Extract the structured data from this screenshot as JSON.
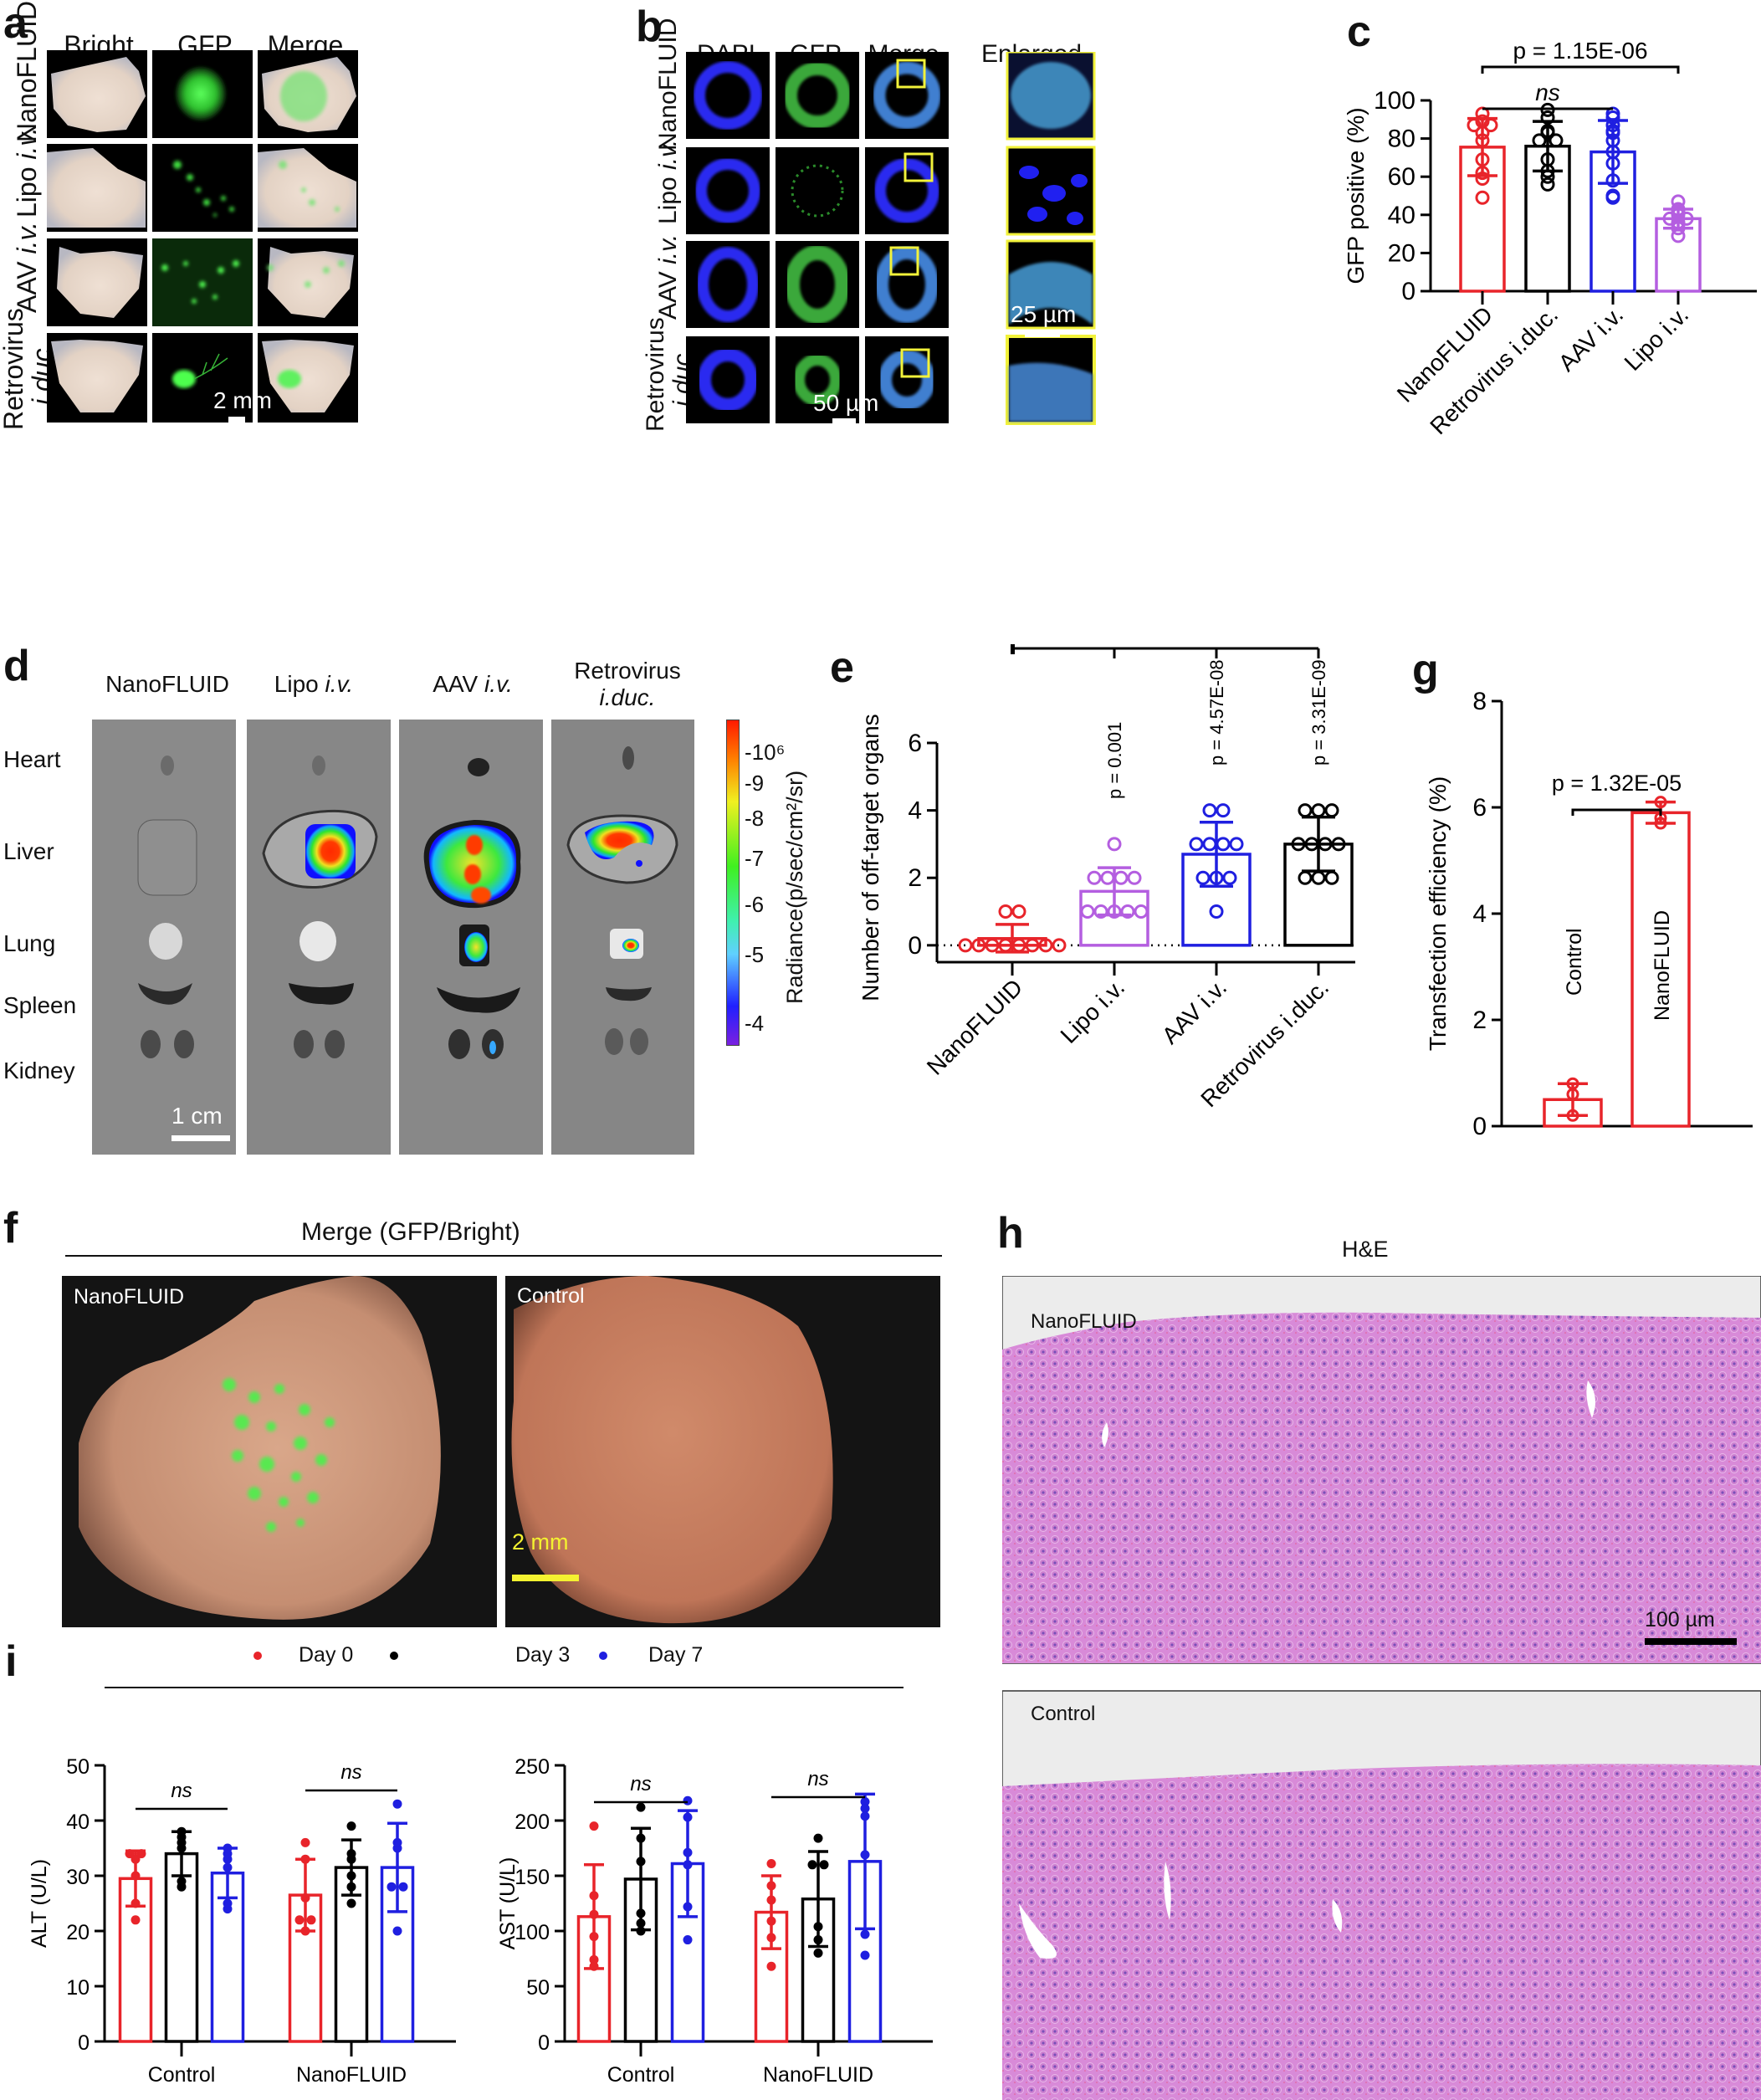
{
  "figure": {
    "panel_labels": [
      "a",
      "b",
      "c",
      "d",
      "e",
      "f",
      "g",
      "h",
      "i"
    ]
  },
  "panel_a": {
    "letter": "a",
    "columns": [
      "Bright",
      "GFP",
      "Merge"
    ],
    "rows": [
      {
        "name": "NanoFLUID",
        "suffix": ""
      },
      {
        "name": "Lipo ",
        "suffix": "i.v."
      },
      {
        "name": "AAV ",
        "suffix": "i.v."
      },
      {
        "name": "Retrovirus",
        "suffix": "i.duc."
      }
    ],
    "scale_bar": "2 mm"
  },
  "panel_b": {
    "letter": "b",
    "columns": [
      "DAPI",
      "GFP",
      "Merge",
      "Enlarged"
    ],
    "rows": [
      {
        "name": "NanoFLUID",
        "suffix": ""
      },
      {
        "name": "Lipo ",
        "suffix": "i.v."
      },
      {
        "name": "AAV ",
        "suffix": "i.v."
      },
      {
        "name": "Retrovirus",
        "suffix": "i.duc."
      }
    ],
    "scale_bar_main": "50 µm",
    "scale_bar_enlarged": "25 µm",
    "box_color": "#f2f23a"
  },
  "panel_d": {
    "letter": "d",
    "columns": [
      {
        "name": "NanoFLUID",
        "suffix": ""
      },
      {
        "name": "Lipo ",
        "suffix": "i.v."
      },
      {
        "name": "AAV ",
        "suffix": "i.v."
      },
      {
        "name": "Retrovirus",
        "suffix": "i.duc."
      }
    ],
    "organs": [
      "Heart",
      "Liver",
      "Lung",
      "Spleen",
      "Kidney"
    ],
    "scale_bar": "1 cm",
    "colorbar": {
      "label": "Radiance(p/sec/cm²/sr)",
      "ticks": [
        "10⁶",
        "9",
        "8",
        "7",
        "6",
        "5",
        "4"
      ]
    }
  },
  "panel_f": {
    "letter": "f",
    "title": "Merge (GFP/Bright)",
    "images": [
      "NanoFLUID",
      "Control"
    ],
    "scale_bar": "2 mm",
    "scale_color": "#f4f230"
  },
  "panel_h": {
    "letter": "h",
    "title": "H&E",
    "images": [
      "NanoFLUID",
      "Control"
    ],
    "scale_bar": "100 µm"
  },
  "panel_i": {
    "letter": "i",
    "legend": [
      {
        "label": "Day 0",
        "color": "#e8242a"
      },
      {
        "label": "Day 3",
        "color": "#000000"
      },
      {
        "label": "Day 7",
        "color": "#1f1fe0"
      }
    ]
  },
  "colors": {
    "red": "#e8242a",
    "black": "#000000",
    "blue": "#1f1fe0",
    "purple": "#b45ee0"
  },
  "chart_data": [
    {
      "id": "c",
      "type": "bar",
      "title": "",
      "xlabel": "",
      "ylabel": "GFP positive (%)",
      "ylim": [
        0,
        100
      ],
      "yticks": [
        0,
        20,
        40,
        60,
        80,
        100
      ],
      "categories": [
        "NanoFLUID",
        "Retrovirus i.duc.",
        "AAV i.v.",
        "Lipo i.v."
      ],
      "values": [
        75.5,
        76,
        73,
        38
      ],
      "sd": [
        15,
        13,
        16.5,
        5
      ],
      "points": [
        [
          93,
          87,
          89,
          87,
          83,
          79,
          69,
          62,
          59,
          49
        ],
        [
          95,
          91,
          84,
          83,
          79,
          79,
          69,
          63,
          60,
          56
        ],
        [
          93,
          91,
          87,
          84,
          83,
          79,
          73,
          67,
          58,
          49,
          50
        ],
        [
          47,
          43,
          42,
          40,
          38,
          38,
          36,
          35,
          33,
          29
        ]
      ],
      "colors": [
        "#e8242a",
        "#000000",
        "#1f1fe0",
        "#b45ee0"
      ],
      "annotations": [
        {
          "text": "p = 1.15E-06",
          "from": 0,
          "to": 3
        },
        {
          "text": "ns",
          "from": 0,
          "to": 2
        }
      ]
    },
    {
      "id": "e",
      "type": "bar",
      "title": "",
      "xlabel": "",
      "ylabel": "Number of off-target organs",
      "ylim": [
        -0.5,
        6
      ],
      "yticks": [
        0,
        2,
        4,
        6
      ],
      "categories": [
        "NanoFLUID",
        "Lipo i.v.",
        "AAV i.v.",
        "Retrovirus i.duc."
      ],
      "values": [
        0.2,
        1.6,
        2.7,
        3.0
      ],
      "sd": [
        0.42,
        0.7,
        0.95,
        0.8
      ],
      "points": [
        [
          1,
          1,
          0,
          0,
          0,
          0,
          0,
          0,
          0,
          0
        ],
        [
          3,
          2,
          2,
          2,
          2,
          1,
          1,
          1,
          1,
          1
        ],
        [
          4,
          4,
          3,
          3,
          3,
          3,
          2,
          2,
          2,
          1
        ],
        [
          4,
          4,
          4,
          3,
          3,
          3,
          3,
          2,
          2,
          2
        ]
      ],
      "colors": [
        "#e8242a",
        "#b45ee0",
        "#1f1fe0",
        "#000000"
      ],
      "annotations": [
        {
          "text": "p = 0.001",
          "vs": 1
        },
        {
          "text": "p = 4.57E-08",
          "vs": 2
        },
        {
          "text": "p = 3.31E-09",
          "vs": 3
        }
      ]
    },
    {
      "id": "g",
      "type": "bar",
      "title": "",
      "xlabel": "",
      "ylabel": "Transfection efficiency (%)",
      "ylim": [
        0,
        8
      ],
      "yticks": [
        0,
        2,
        4,
        6,
        8
      ],
      "categories": [
        "Control",
        "NanoFLUID"
      ],
      "values": [
        0.5,
        5.9
      ],
      "sd": [
        0.3,
        0.2
      ],
      "points": [
        [
          0.8,
          0.6,
          0.2
        ],
        [
          6.1,
          5.7,
          5.8
        ]
      ],
      "colors": [
        "#e8242a",
        "#e8242a"
      ],
      "annotations": [
        {
          "text": "p = 1.32E-05",
          "from": 0,
          "to": 1
        }
      ]
    },
    {
      "id": "i-alt",
      "type": "bar",
      "title": "",
      "xlabel": "",
      "ylabel": "ALT (U/L)",
      "ylim": [
        0,
        50
      ],
      "yticks": [
        0,
        10,
        20,
        30,
        40,
        50
      ],
      "categories": [
        "Control",
        "NanoFLUID"
      ],
      "series": [
        {
          "name": "Day 0",
          "values": [
            29.5,
            26.5
          ],
          "sd": [
            5,
            6.5
          ],
          "points": [
            [
              34,
              33,
              30,
              25,
              22,
              34
            ],
            [
              36,
              33,
              26,
              22,
              20,
              22
            ]
          ]
        },
        {
          "name": "Day 3",
          "values": [
            34,
            31.5
          ],
          "sd": [
            4,
            5
          ],
          "points": [
            [
              36,
              37,
              38,
              35,
              28,
              29
            ],
            [
              39,
              33,
              34,
              30,
              28,
              25
            ]
          ]
        },
        {
          "name": "Day 7",
          "values": [
            30.5,
            31.5
          ],
          "sd": [
            4.5,
            8
          ],
          "points": [
            [
              35,
              33,
              34,
              31.5,
              24,
              25
            ],
            [
              43,
              35,
              36,
              28,
              28,
              20
            ]
          ]
        }
      ],
      "annotations": [
        {
          "text": "ns",
          "group": 0
        },
        {
          "text": "ns",
          "group": 1
        }
      ]
    },
    {
      "id": "i-ast",
      "type": "bar",
      "title": "",
      "xlabel": "",
      "ylabel": "AST (U/L)",
      "ylim": [
        0,
        250
      ],
      "yticks": [
        0,
        50,
        100,
        150,
        200,
        250
      ],
      "categories": [
        "Control",
        "NanoFLUID"
      ],
      "series": [
        {
          "name": "Day 0",
          "values": [
            113,
            117
          ],
          "sd": [
            47,
            33
          ],
          "points": [
            [
              195,
              132,
              115,
              95,
              68,
              74
            ],
            [
              161,
              141,
              128,
              109,
              94,
              68
            ]
          ]
        },
        {
          "name": "Day 3",
          "values": [
            147,
            129
          ],
          "sd": [
            46,
            43
          ],
          "points": [
            [
              212,
              184,
              163,
              116,
              107,
              100
            ],
            [
              184,
              160,
              160,
              104,
              92,
              80
            ]
          ]
        },
        {
          "name": "Day 7",
          "values": [
            161,
            163
          ],
          "sd": [
            48,
            61
          ],
          "points": [
            [
              218,
              203,
              171,
              160,
              122,
              92
            ],
            [
              217,
              211,
              204,
              169,
              97,
              78
            ]
          ]
        }
      ],
      "annotations": [
        {
          "text": "ns",
          "group": 0
        },
        {
          "text": "ns",
          "group": 1
        }
      ]
    }
  ]
}
